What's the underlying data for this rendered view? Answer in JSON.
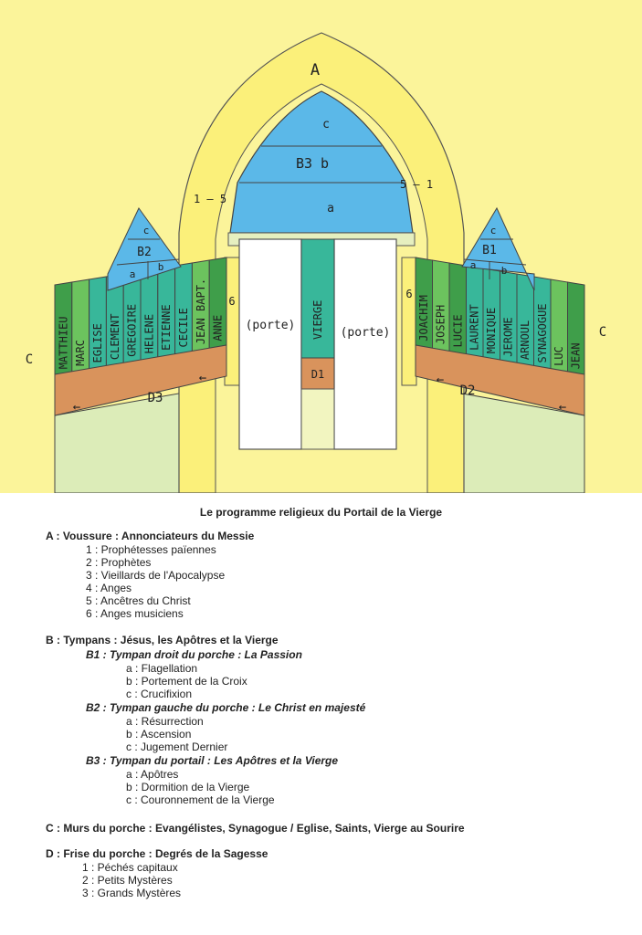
{
  "diagram": {
    "voussure_label": "A",
    "tympan_labels": {
      "c": "c",
      "b": "B3 b",
      "a": "a"
    },
    "angel_marks": {
      "left": "1 — 5",
      "right": "5 — 1",
      "six_left": "6",
      "six_right": "6"
    },
    "doors": {
      "left": "(porte)",
      "right": "(porte)",
      "trumeau": "VIERGE",
      "d1": "D1"
    },
    "left_tympan": {
      "c": "c",
      "title": "B2",
      "a": "a",
      "b": "b"
    },
    "right_tympan": {
      "c": "c",
      "title": "B1",
      "a": "a",
      "b": "b"
    },
    "left_statues": [
      "MATTHIEU",
      "MARC",
      "EGLISE",
      "CLEMENT",
      "GREGOIRE",
      "HELENE",
      "ETIENNE",
      "CECILE",
      "JEAN BAPT.",
      "ANNE"
    ],
    "right_statues": [
      "JOACHIM",
      "JOSEPH",
      "LUCIE",
      "LAURENT",
      "MONIQUE",
      "JEROME",
      "ARNOUL",
      "SYNAGOGUE",
      "LUC",
      "JEAN"
    ],
    "left_frieze": "D3",
    "right_frieze": "D2",
    "side_c_left": "C",
    "side_c_right": "C",
    "arrow": "←",
    "colors": {
      "yellow": "#fbf49a",
      "blue": "#5bb8e8",
      "green_dark": "#3f9e4a",
      "green_light": "#6cc35e",
      "teal": "#38b79a",
      "orange": "#d9935c",
      "paleyellow": "#f2f5c0",
      "palegreen": "#dcecb8"
    }
  },
  "legend": {
    "title": "Le programme religieux du Portail de la Vierge",
    "A": {
      "heading": "A : Voussure : Annonciateurs du Messie",
      "items": [
        "1 : Prophétesses païennes",
        "2 : Prophètes",
        "3 : Vieillards de l'Apocalypse",
        "4 : Anges",
        "5 : Ancêtres du Christ",
        "6 : Anges musiciens"
      ]
    },
    "B": {
      "heading": "B : Tympans : Jésus, les Apôtres et la Vierge",
      "B1": {
        "heading": "B1 : Tympan droit du porche : La Passion",
        "items": [
          "a : Flagellation",
          "b : Portement de la Croix",
          "c : Crucifixion"
        ]
      },
      "B2": {
        "heading": "B2 : Tympan gauche du porche : Le Christ en majesté",
        "items": [
          "a : Résurrection",
          "b : Ascension",
          "c : Jugement Dernier"
        ]
      },
      "B3": {
        "heading": "B3 : Tympan du portail : Les Apôtres et la Vierge",
        "items": [
          "a : Apôtres",
          "b : Dormition de la Vierge",
          "c : Couronnement de la Vierge"
        ]
      }
    },
    "C": {
      "heading": "C : Murs du porche : Evangélistes, Synagogue / Eglise, Saints, Vierge au Sourire"
    },
    "D": {
      "heading": "D : Frise du porche : Degrés de la Sagesse",
      "items": [
        "1 : Péchés capitaux",
        "2 : Petits Mystères",
        "3 : Grands Mystères"
      ]
    }
  }
}
